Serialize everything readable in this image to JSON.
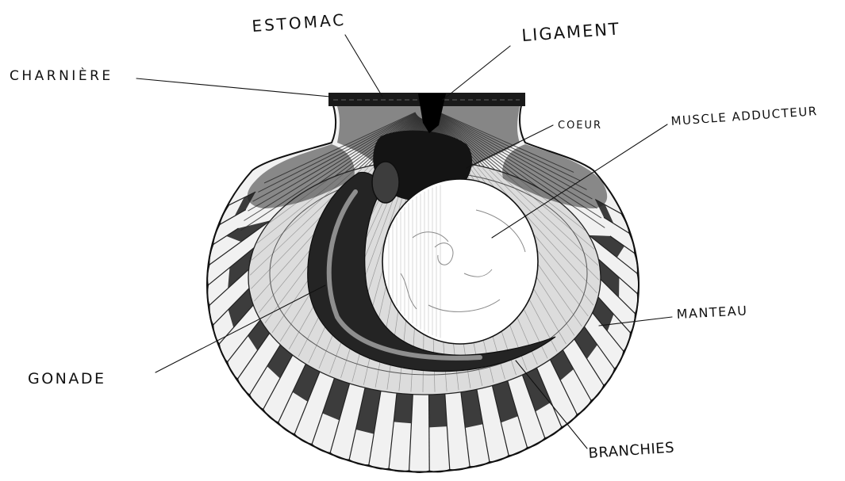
{
  "labels": {
    "estomac": "ESTOMAC",
    "ligament": "LIGAMENT",
    "charniere": "CHARNIÈRE",
    "coeur": "COEUR",
    "muscle_adducteur": "MUSCLE ADDUCTEUR",
    "manteau": "MANTEAU",
    "gonade": "GONADE",
    "branchies": "BRANCHIES"
  },
  "colors": {
    "ink": "#111111",
    "paper": "#ffffff"
  }
}
